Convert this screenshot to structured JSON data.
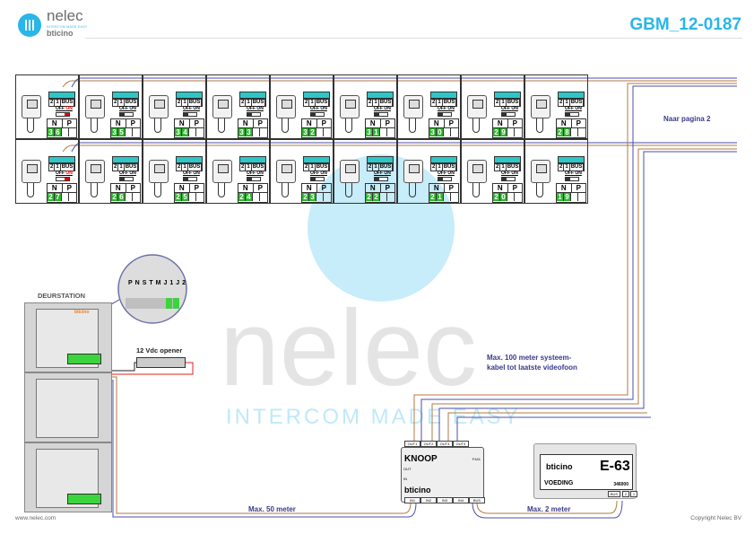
{
  "header": {
    "logo_name": "nelec",
    "logo_slogan": "INTERCOM MADE EASY",
    "logo_brand": "bticino",
    "doc_id": "GBM_12-0187"
  },
  "watermark": {
    "name": "nelec",
    "slogan": "INTERCOM MADE EASY"
  },
  "videophone_labels": {
    "terminals": [
      "2",
      "1",
      "BUS"
    ],
    "switch_off": "OFF",
    "switch_on": "ON",
    "col_n": "N",
    "col_p": "P"
  },
  "videophones": [
    {
      "number": "36",
      "switch": "on"
    },
    {
      "number": "35",
      "switch": "off"
    },
    {
      "number": "34",
      "switch": "off"
    },
    {
      "number": "33",
      "switch": "off"
    },
    {
      "number": "32",
      "switch": "off"
    },
    {
      "number": "31",
      "switch": "off"
    },
    {
      "number": "30",
      "switch": "off"
    },
    {
      "number": "29",
      "switch": "off"
    },
    {
      "number": "28",
      "switch": "off"
    },
    {
      "number": "27",
      "switch": "on"
    },
    {
      "number": "26",
      "switch": "off"
    },
    {
      "number": "25",
      "switch": "off"
    },
    {
      "number": "24",
      "switch": "off"
    },
    {
      "number": "23",
      "switch": "off"
    },
    {
      "number": "22",
      "switch": "off"
    },
    {
      "number": "21",
      "switch": "off"
    },
    {
      "number": "20",
      "switch": "off"
    },
    {
      "number": "19",
      "switch": "off"
    }
  ],
  "annotations": {
    "next_page": "Naar pagina 2",
    "max_100_line1": "Max. 100 meter systeem-",
    "max_100_line2": "kabel tot laatste videofoon",
    "max_50": "Max. 50 meter",
    "max_2": "Max. 2 meter"
  },
  "door_station": {
    "label": "DEURSTATION",
    "brand": "bticino",
    "detail_terminals": [
      "P",
      "N",
      "S",
      "T",
      "M",
      "J1",
      "J2"
    ]
  },
  "opener": {
    "label": "12 Vdc opener"
  },
  "knoop": {
    "title": "KNOOP",
    "code": "F441",
    "brand": "bticino",
    "out_ports": [
      "OUT1",
      "OUT2",
      "OUT3",
      "OUT4"
    ],
    "in_ports": [
      "IN1",
      "IN2",
      "IN3",
      "IN4",
      "BUS"
    ],
    "row_out": "OUT",
    "row_in": "IN"
  },
  "voeding": {
    "brand": "bticino",
    "model": "E-63",
    "label": "VOEDING",
    "code": "346000",
    "terminals": [
      "BUS",
      "2",
      "1"
    ]
  },
  "footer": {
    "website": "www.nelec.com",
    "copyright": "Copyright Nelec BV"
  },
  "colors": {
    "accent": "#29b6e8",
    "wire_brown": "#b07a45",
    "wire_blue": "#4b4fa8",
    "label_blue": "#3a3a8c"
  }
}
